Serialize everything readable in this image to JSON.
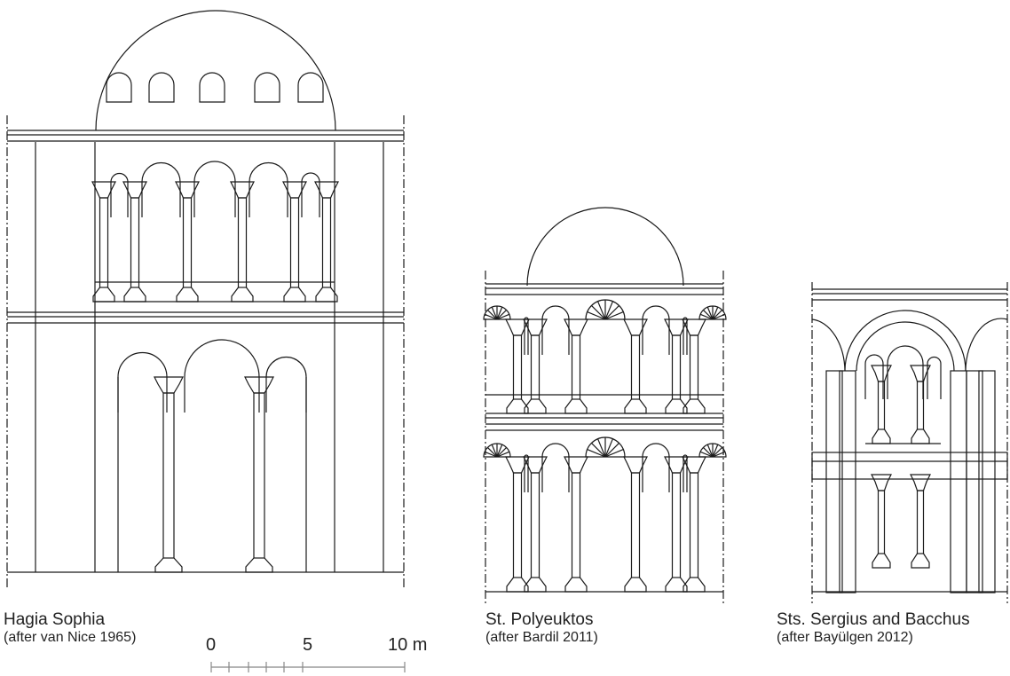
{
  "buildings": [
    {
      "name": "Hagia Sophia",
      "source": "(after van Nice 1965)"
    },
    {
      "name": "St. Polyeuktos",
      "source": "(after Bardil 2011)"
    },
    {
      "name": "Sts. Sergius and Bacchus",
      "source": "(after Bayülgen 2012)"
    }
  ],
  "scale_bar": {
    "start": "0",
    "mid": "5",
    "end": "10 m"
  },
  "colors": {
    "line": "#1a1a1a",
    "scale": "#888888"
  }
}
